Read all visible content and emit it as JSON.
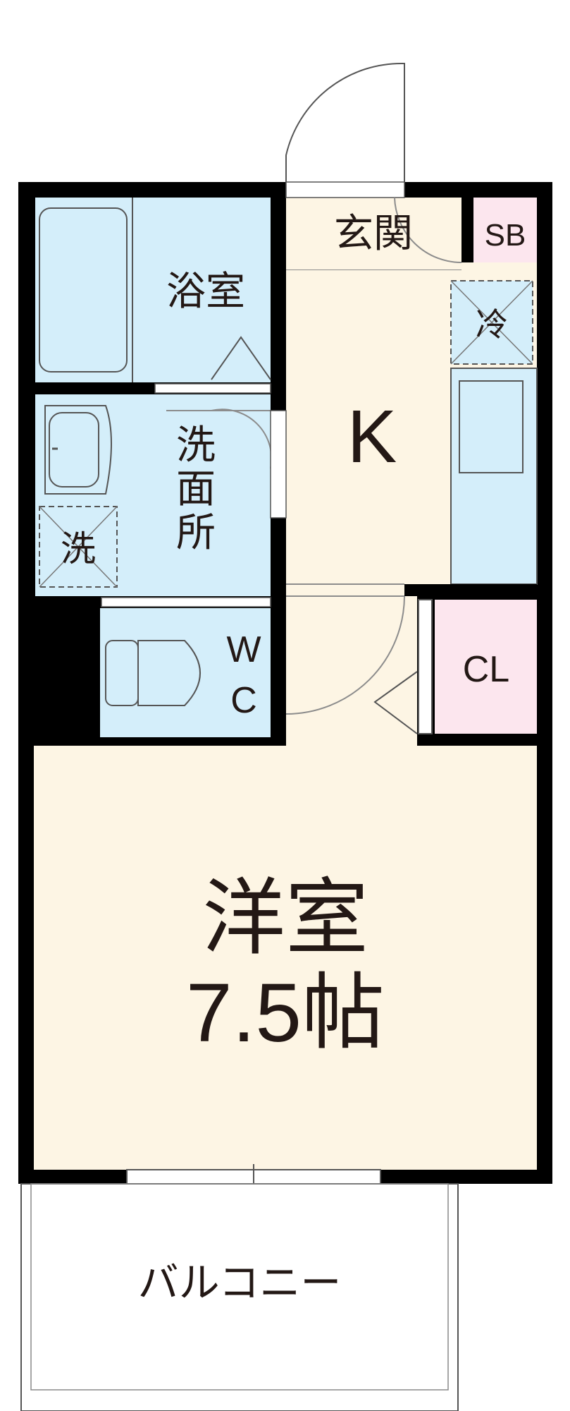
{
  "rooms": {
    "genkan": "玄関",
    "shoe_box": "SB",
    "fridge": "冷",
    "bath": "浴室",
    "kitchen": "K",
    "washroom": "洗面所",
    "washer": "洗",
    "toilet_w": "W",
    "toilet_c": "C",
    "closet": "CL",
    "western_room_name": "洋室",
    "western_room_size": "7.5帖",
    "balcony": "バルコニー"
  },
  "colors": {
    "wall": "#000000",
    "floor_wood": "#fdf5e4",
    "wet_area": "#d4eefa",
    "storage_pink": "#fce6ee",
    "balcony": "#ffffff",
    "line_gray": "#8c8c8c"
  }
}
